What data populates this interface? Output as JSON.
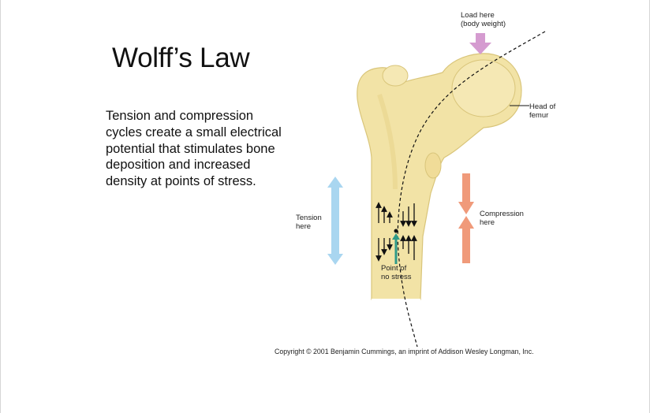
{
  "slide": {
    "title": "Wolff’s Law",
    "body": "Tension and compression cycles create a small electrical potential that stimulates bone deposition and increased density at points of stress."
  },
  "diagram": {
    "load_label": "Load here\n(body weight)",
    "head_label": "Head of\nfemur",
    "tension_label": "Tension\nhere",
    "compression_label": "Compression\nhere",
    "no_stress_label": "Point of\nno stress",
    "copyright": "Copyright © 2001 Benjamin Cummings, an imprint of Addison Wesley Longman, Inc.",
    "colors": {
      "bone": "#f2e3a6",
      "bone_shade": "#d9c57a",
      "load_arrow": "#d59bd0",
      "tension_arrow": "#a9d6f0",
      "compression_arrow": "#f09a7a",
      "neutral_arrow": "#2f9a88"
    }
  }
}
